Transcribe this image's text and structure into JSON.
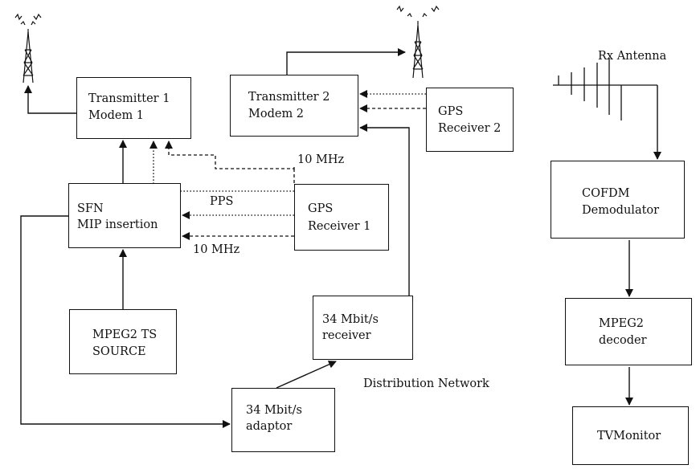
{
  "boxes": {
    "tx1": {
      "line1": "Transmitter 1",
      "line2": "Modem 1"
    },
    "tx2": {
      "line1": "Transmitter  2",
      "line2": "Modem 2"
    },
    "gps2": {
      "line1": "GPS",
      "line2": "Receiver 2"
    },
    "sfn": {
      "line1": "SFN",
      "line2": "MIP insertion"
    },
    "gps1": {
      "line1": "GPS",
      "line2": "Receiver 1"
    },
    "mpeg2ts": {
      "line1": "MPEG2 TS",
      "line2": "SOURCE"
    },
    "rx34": {
      "line1": "34 Mbit/s",
      "line2": "receiver"
    },
    "adaptor34": {
      "line1": "34 Mbit/s",
      "line2": "adaptor"
    },
    "cofdm": {
      "line1": "COFDM",
      "line2": "Demodulator"
    },
    "mpeg2dec": {
      "line1": "MPEG2",
      "line2": "decoder"
    },
    "tvmonitor": {
      "line1": "TVMonitor"
    }
  },
  "labels": {
    "rx_antenna": "Rx Antenna",
    "ten_mhz_top": "10 MHz",
    "pps": "PPS",
    "ten_mhz_bottom": "10 MHz",
    "distribution_network": "Distribution Network"
  }
}
